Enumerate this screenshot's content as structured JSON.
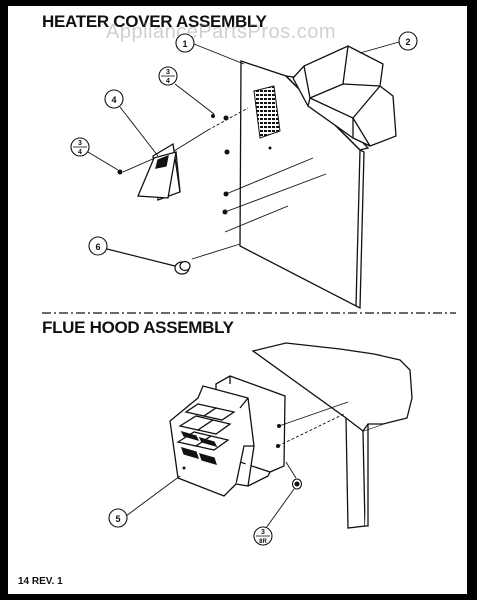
{
  "sections": {
    "heater_cover": {
      "title": "HEATER COVER ASSEMBLY"
    },
    "flue_hood": {
      "title": "FLUE HOOD ASSEMBLY"
    }
  },
  "watermark": "AppliancePartsPros.com",
  "footer": "14 REV. 1",
  "callouts": {
    "c1": "1",
    "c2": "2",
    "c3a_top": "3",
    "c3a_bot": "4",
    "c4": "4",
    "c3b_top": "3",
    "c3b_bot": "4",
    "c6": "6",
    "c5": "5",
    "c3c_top": "3",
    "c3c_bot": "8R"
  },
  "colors": {
    "ink": "#111111",
    "paper": "#ffffff",
    "border": "#000000"
  }
}
